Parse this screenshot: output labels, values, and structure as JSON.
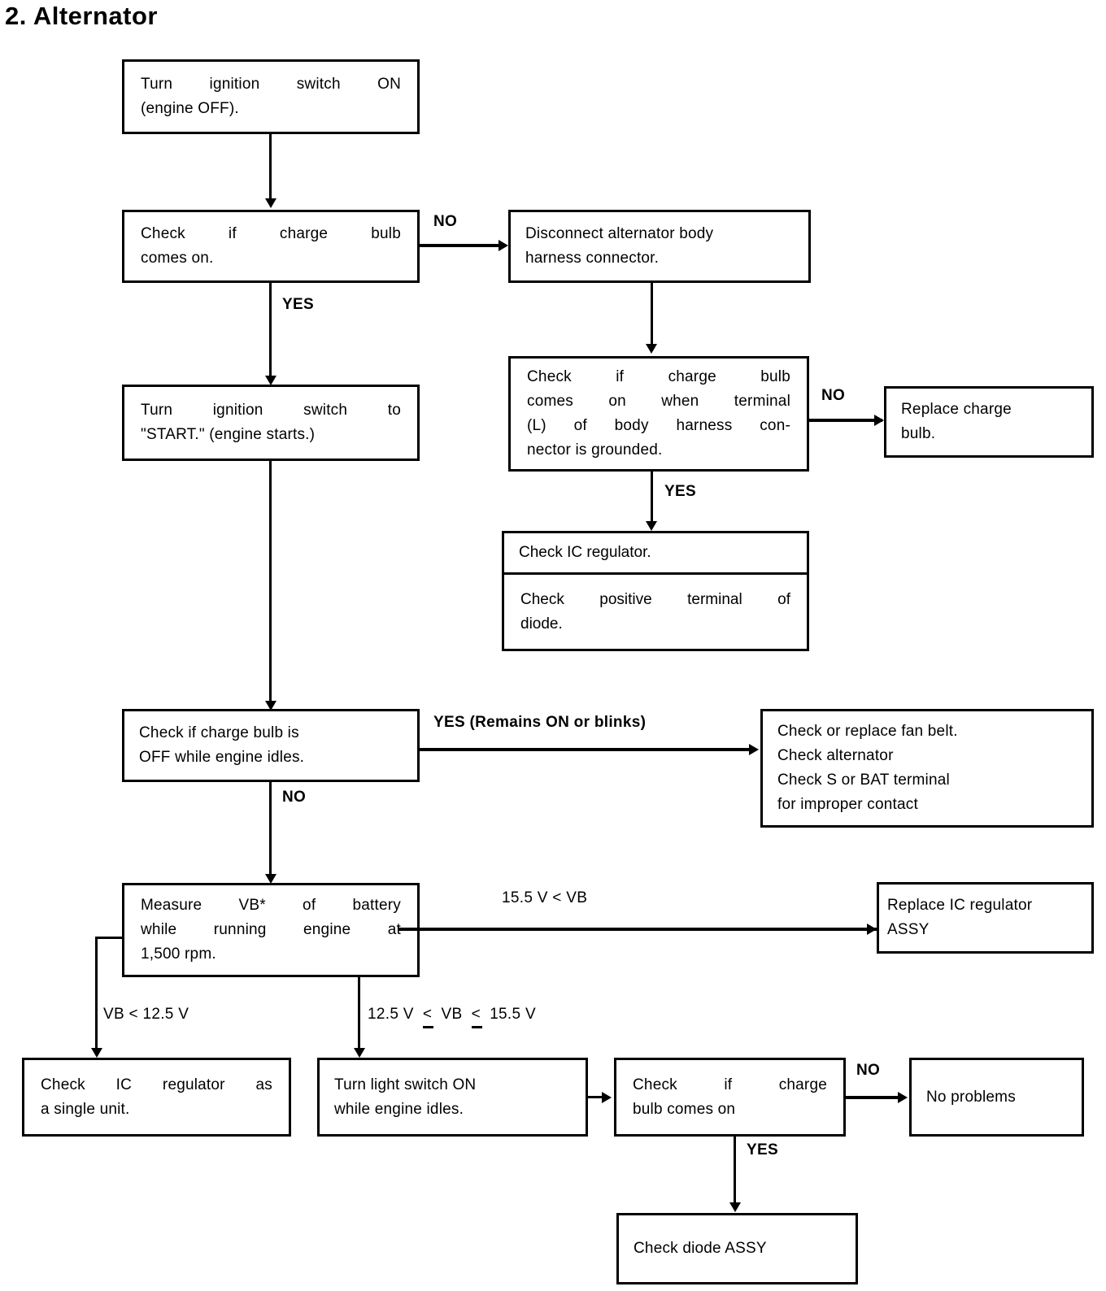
{
  "page": {
    "title": "2. Alternator"
  },
  "nodes": {
    "turn_ignition_on": {
      "lines": [
        "Turn ignition switch ON",
        "(engine OFF)."
      ]
    },
    "check_charge_bulb": {
      "lines": [
        "Check if charge bulb",
        "comes on."
      ]
    },
    "disconnect_harness": {
      "lines": [
        "Disconnect alternator body",
        "harness connector."
      ]
    },
    "turn_ignition_start": {
      "lines": [
        "Turn ignition switch to",
        "\"START.\" (engine starts.)"
      ]
    },
    "check_terminal_l": {
      "lines": [
        "Check if charge bulb",
        "comes on when terminal",
        "(L) of body harness con-",
        "nector is grounded."
      ]
    },
    "replace_charge_bulb": {
      "lines": [
        "Replace charge",
        "bulb."
      ]
    },
    "check_ic_regulator": {
      "lines": [
        "Check IC regulator."
      ]
    },
    "check_positive_diode": {
      "lines": [
        "Check positive terminal of",
        "diode."
      ]
    },
    "check_bulb_off_idle": {
      "lines": [
        "Check if charge bulb is",
        "OFF while engine idles."
      ]
    },
    "check_fan_belt": {
      "lines": [
        "Check or replace fan belt.",
        "Check alternator",
        "Check S or BAT terminal",
        "for improper contact"
      ]
    },
    "measure_vb": {
      "lines": [
        "Measure VB* of battery",
        "while running engine at",
        "1,500 rpm."
      ]
    },
    "replace_ic_regulator_assy": {
      "lines": [
        "Replace IC regulator",
        "ASSY"
      ]
    },
    "check_ic_single_unit": {
      "lines": [
        "Check IC regulator as",
        "a single unit."
      ]
    },
    "turn_light_switch": {
      "lines": [
        "Turn light switch ON",
        "while engine idles."
      ]
    },
    "check_bulb_comes_on": {
      "lines": [
        "Check if charge",
        "bulb comes on"
      ]
    },
    "no_problems": {
      "lines": [
        "No problems"
      ]
    },
    "check_diode_assy": {
      "lines": [
        "Check diode ASSY"
      ]
    }
  },
  "edges": {
    "no_1": "NO",
    "yes_1": "YES",
    "no_2": "NO",
    "yes_2": "YES",
    "yes_remains_on": "YES (Remains ON or blinks)",
    "no_3": "NO",
    "vb_high": "15.5 V  <  VB",
    "vb_low_prefix": "VB  <  12.5 V",
    "vb_mid_a": "12.5 V",
    "vb_mid_b": "VB",
    "vb_mid_c": "15.5 V",
    "no_4": "NO",
    "yes_3": "YES"
  }
}
